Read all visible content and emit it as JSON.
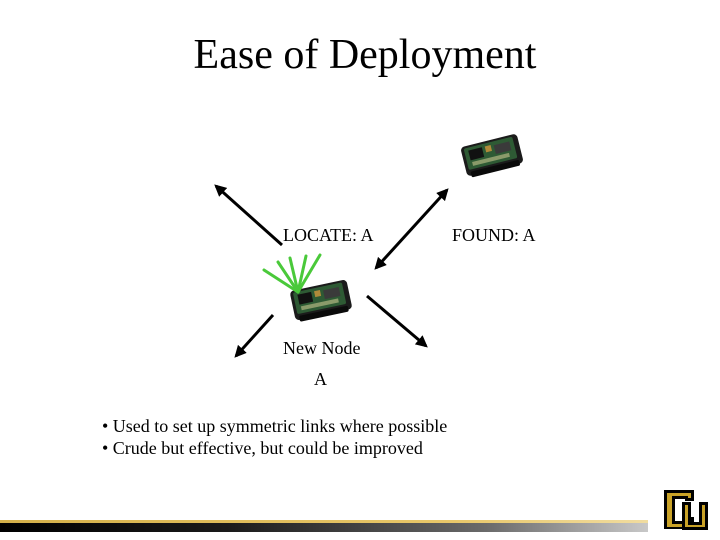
{
  "slide": {
    "title": "Ease of Deployment",
    "labels": {
      "locate": "LOCATE: A",
      "found": "FOUND: A",
      "new_node_line1": "New Node",
      "new_node_line2": "A"
    },
    "bullets": [
      "• Used to set up symmetric links where possible",
      "• Crude but effective, but could be improved"
    ]
  },
  "icons": {
    "sensor_node": "sensor-board-icon",
    "broadcast": "broadcast-rays-icon",
    "logo": "cu-logo-icon"
  },
  "colors": {
    "broadcast": "#4ac93a",
    "arrow": "#000000",
    "logo_gold": "#c9a227",
    "board": "#2e5a34"
  }
}
